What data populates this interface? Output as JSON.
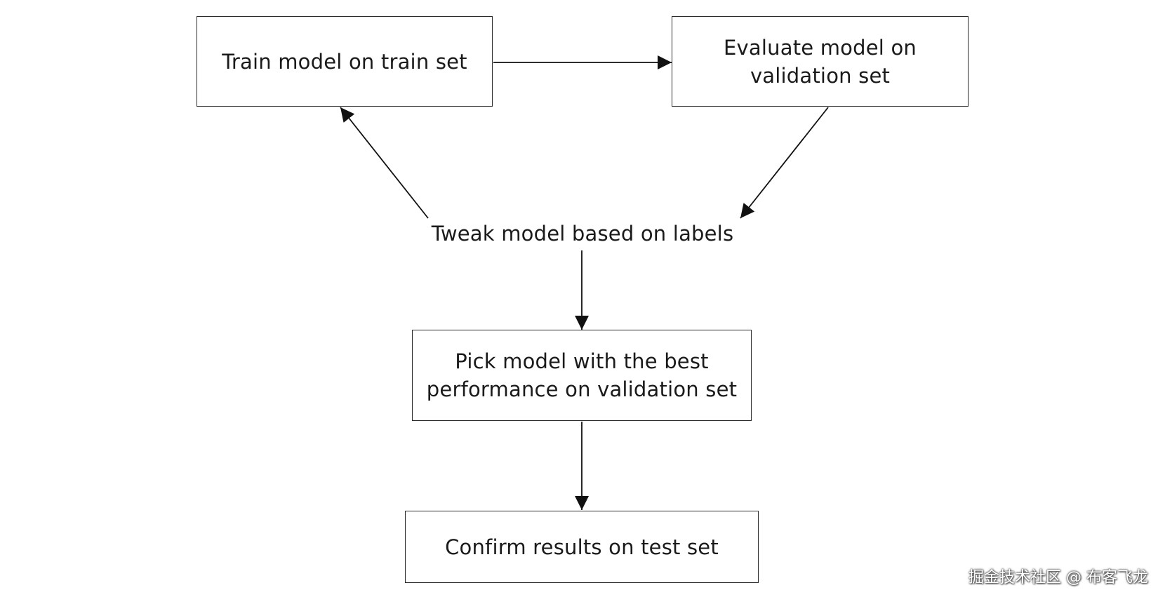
{
  "diagram": {
    "nodes": {
      "train": {
        "lines": [
          "Train model on train set"
        ]
      },
      "evaluate": {
        "lines": [
          "Evaluate model on",
          "validation set"
        ]
      },
      "tweak": {
        "lines": [
          "Tweak model based on labels"
        ]
      },
      "pick": {
        "lines": [
          "Pick model with the best",
          "performance on validation set"
        ]
      },
      "confirm": {
        "lines": [
          "Confirm results on test set"
        ]
      }
    },
    "edges": [
      {
        "from": "train",
        "to": "evaluate"
      },
      {
        "from": "evaluate",
        "to": "tweak"
      },
      {
        "from": "tweak",
        "to": "train"
      },
      {
        "from": "tweak",
        "to": "pick"
      },
      {
        "from": "pick",
        "to": "confirm"
      }
    ]
  },
  "watermark": "掘金技术社区 @ 布客飞龙"
}
